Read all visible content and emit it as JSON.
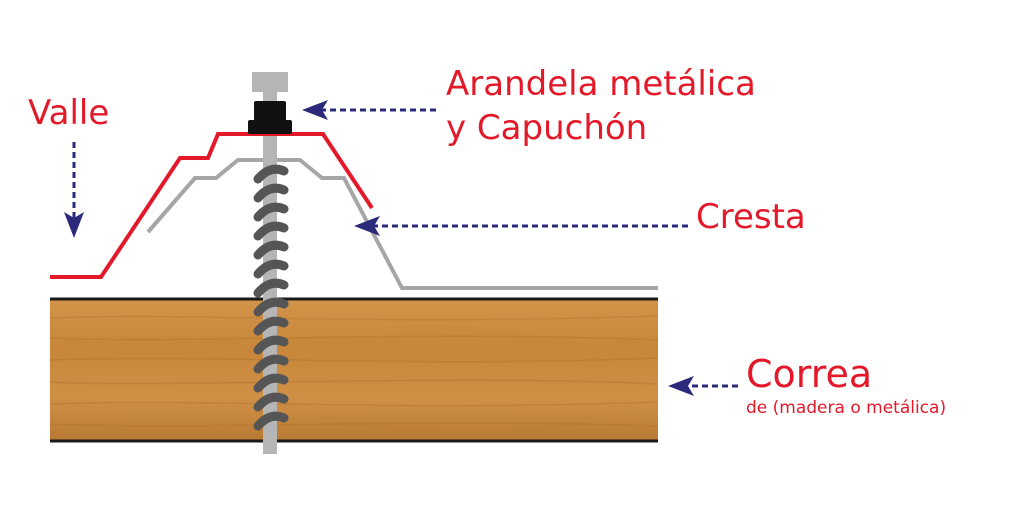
{
  "labels": {
    "valle": "Valle",
    "arandela_line1": "Arandela metálica",
    "arandela_line2": "y Capuchón",
    "cresta": "Cresta",
    "correa": "Correa",
    "correa_sub": "de (madera o metálica)"
  },
  "colors": {
    "label": "#e3192a",
    "arrow": "#2b2a7a",
    "top_sheet": "#e3192a",
    "lower_sheet": "#a6a6a6",
    "wood": "#c8893d",
    "wood_dark": "#a8692a",
    "bolt": "#b5b5b5",
    "thread": "#555555",
    "cap": "#111111"
  }
}
